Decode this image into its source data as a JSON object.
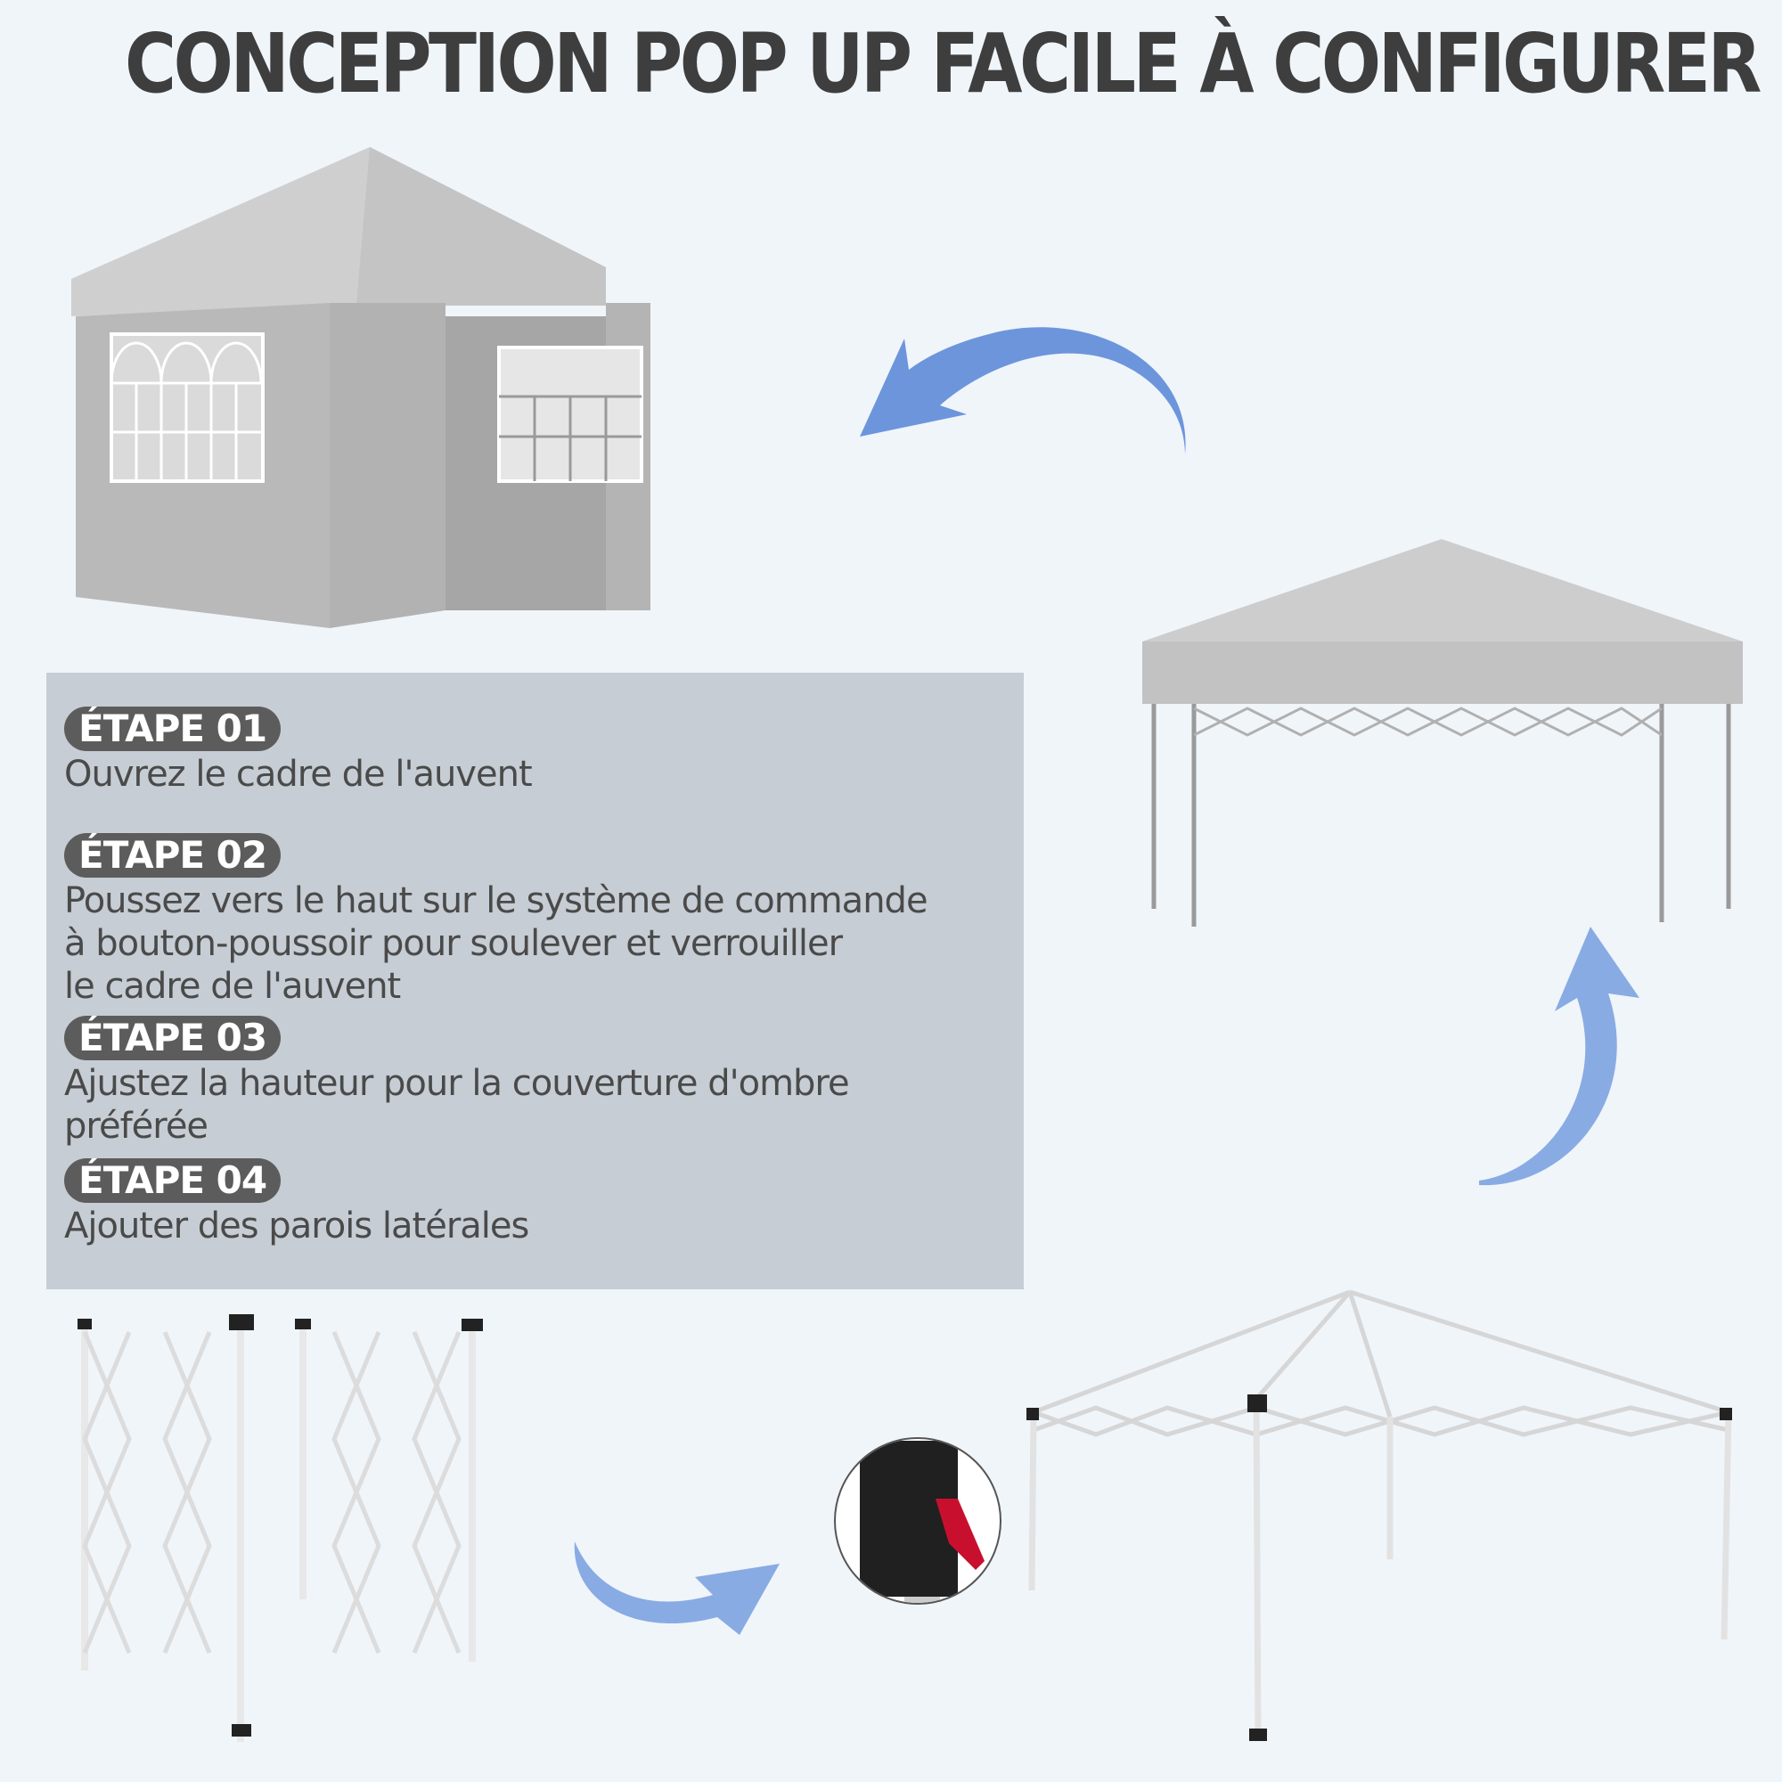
{
  "title": "CONCEPTION POP UP FACILE À CONFIGURER",
  "steps": [
    {
      "badge": "ÉTAPE 01",
      "text": "Ouvrez le cadre de l'auvent"
    },
    {
      "badge": "ÉTAPE 02",
      "text": "Poussez vers le haut sur le système de commande\nà bouton-poussoir pour soulever et verrouiller\nle cadre de l'auvent"
    },
    {
      "badge": "ÉTAPE 03",
      "text": "Ajustez la hauteur pour la couverture d'ombre\npréférée"
    },
    {
      "badge": "ÉTAPE 04",
      "text": "Ajouter des parois latérales"
    }
  ],
  "colors": {
    "background": "#f0f5fa",
    "title": "#3e3e3e",
    "panel": "#c6cdd4",
    "badge": "#5c5c5c",
    "arrow": "#6d95dc",
    "canopy": "#c8c8c8",
    "lever": "#c8102e"
  },
  "images": {
    "tent_with_walls": "gazebo-with-side-walls",
    "canopy_raised": "gazebo-canopy-on-frame",
    "frame_folded": "folded-frame",
    "frame_open": "expanded-frame",
    "lock_detail": "push-button-lock-detail"
  }
}
